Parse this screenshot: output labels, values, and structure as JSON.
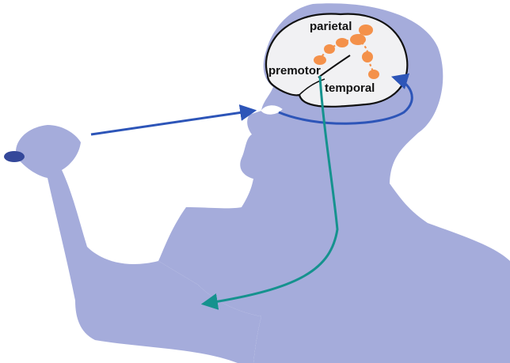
{
  "labels": {
    "parietal": "parietal",
    "premotor": "premotor",
    "temporal": "temporal"
  },
  "colors": {
    "silhouette": "#a5acdb",
    "brain_fill": "#f1f1f3",
    "brain_outline": "#111111",
    "activation": "#f4914a",
    "visual_pathway": "#2d55b8",
    "motor_pathway": "#15928e",
    "object": "#34489a"
  }
}
